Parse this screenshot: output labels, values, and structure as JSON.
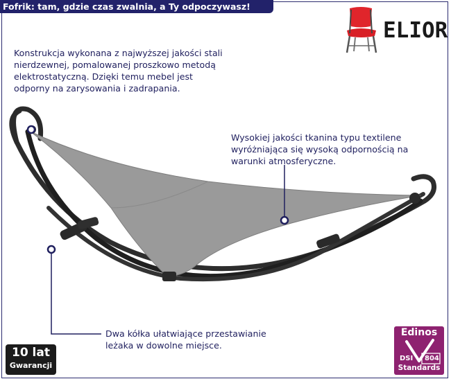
{
  "banner": {
    "text": "Fofrik: tam, gdzie czas zwalnia, a Ty odpoczywasz!"
  },
  "brand": {
    "name": "ELIOR",
    "icon": "red-chair-icon"
  },
  "notes": {
    "frame": "Konstrukcja wykonana z najwyższej jakości stali\nnierdzewnej, pomalowanej proszkowo metodą\nelektrostatyczną.  Dzięki temu mebel jest\nodporny na zarysowania i zadrapania.",
    "fabric": "Wysokiej jakości tkanina typu textilene\nwyróżniająca się wysoką odpornością na\nwarunki atmosferyczne.",
    "wheels": "Dwa kółka ułatwiające przestawianie\nleżaka w dowolne miejsce."
  },
  "badges": {
    "warranty_years": "10 lat",
    "warranty_label": "Gwarancji",
    "edinos_name": "Edinos",
    "edinos_standard_dsi": "DSI",
    "edinos_standard_num": "804",
    "edinos_standard_label": "Standards"
  },
  "colors": {
    "banner_bg": "#22226a",
    "text": "#1f1f5e",
    "frame": "#2b2b2b",
    "fabric": "#9a9a9a",
    "brand_chair": "#e0252b",
    "edinos_bg": "#8e2270"
  }
}
